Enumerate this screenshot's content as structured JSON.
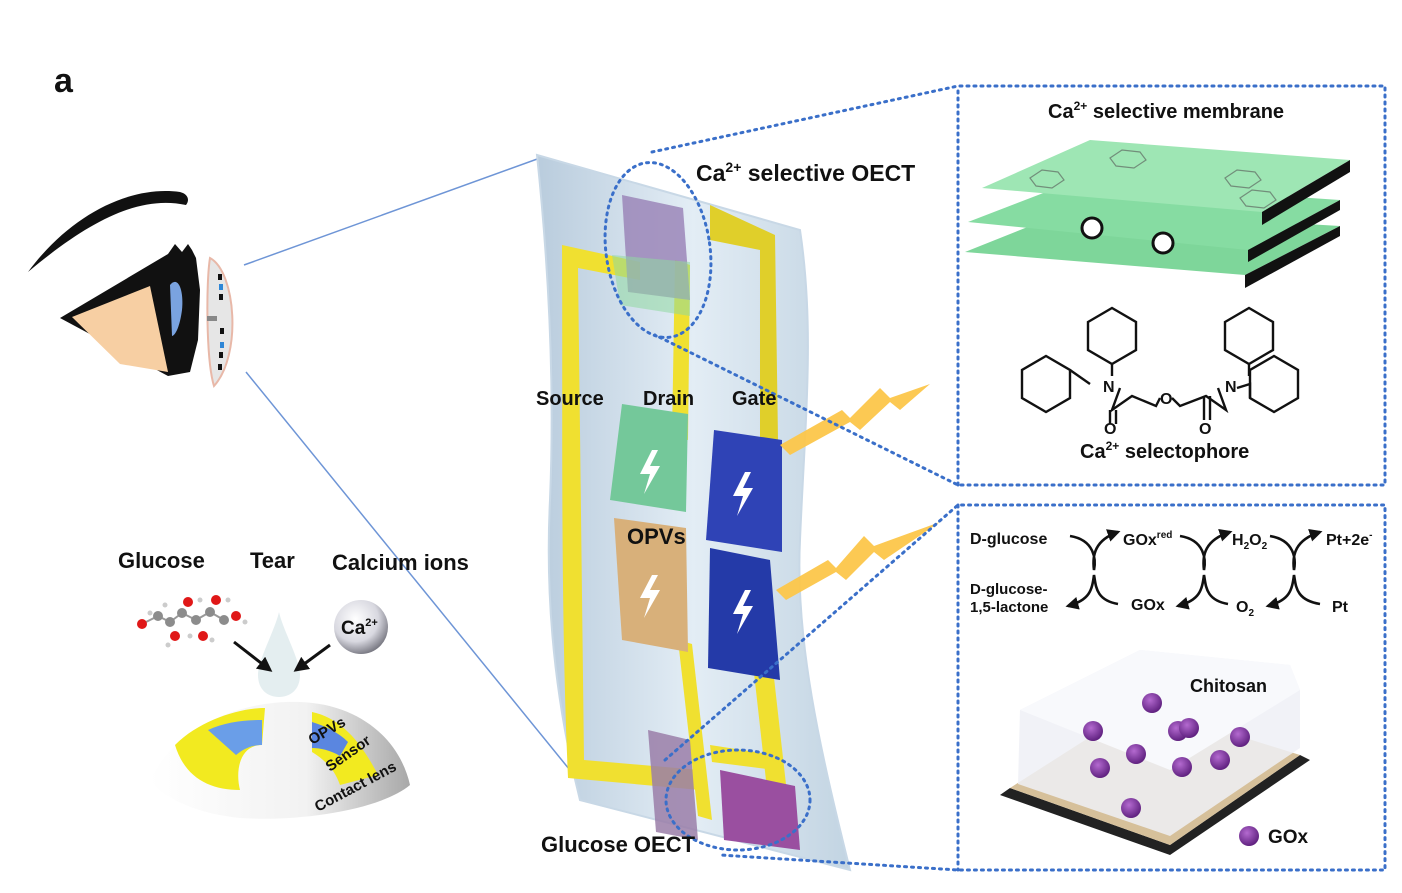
{
  "panel_label": "a",
  "left": {
    "labels": {
      "glucose": "Glucose",
      "tear": "Tear",
      "calcium": "Calcium ions",
      "ca_ion": "Ca",
      "ca_sup": "2+",
      "opvs": "OPVs",
      "sensor": "Sensor",
      "contact_lens": "Contact lens"
    }
  },
  "device": {
    "ca_oect_title": "Ca",
    "ca_oect_sup": "2+",
    "ca_oect_rest": " selective OECT",
    "source": "Source",
    "drain": "Drain",
    "gate": "Gate",
    "opvs": "OPVs",
    "glucose_oect": "Glucose OECT"
  },
  "membrane_panel": {
    "title_pre": "Ca",
    "title_sup": "2+",
    "title_rest": " selective membrane",
    "selectophore_pre": "Ca",
    "selectophore_sup": "2+",
    "selectophore_rest": " selectophore",
    "atom_n": "N",
    "atom_o": "O"
  },
  "reaction_panel": {
    "top": [
      "D-glucose",
      "GOx",
      "H",
      "Pt+2e"
    ],
    "top_sup": [
      "red",
      "-"
    ],
    "bottom": [
      "D-glucose-",
      "1,5-lactone",
      "GOx",
      "O",
      "Pt"
    ],
    "sub2": "2",
    "o_letter": "O",
    "chitosan": "Chitosan",
    "gox_legend": "GOx"
  },
  "colors": {
    "dotted_line": "#3a6fc9",
    "thin_line": "#6e95d6",
    "electrode_yellow": "#f0e030",
    "opv_green": "#74c89a",
    "opv_blue": "#2f43b6",
    "opv_tan": "#d8b07a",
    "membrane_green": "#8fe0a8",
    "lightning": "#fcc64a",
    "gox_purple": "#7a2c9a"
  }
}
